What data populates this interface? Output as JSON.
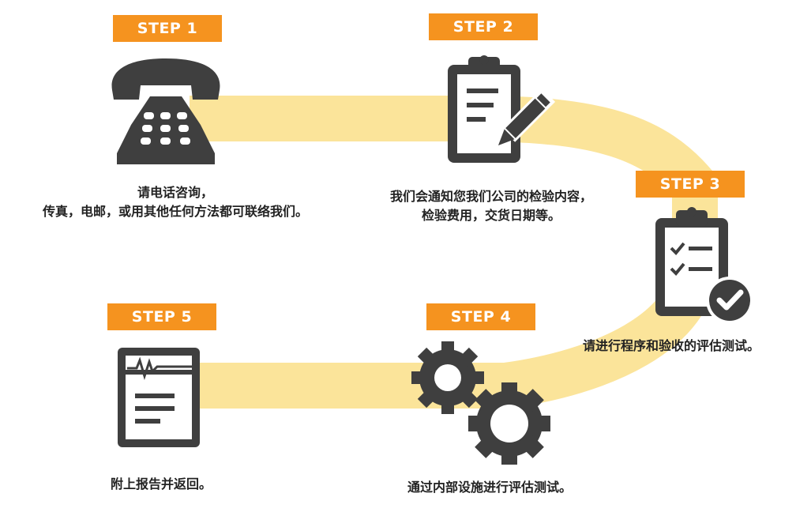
{
  "colors": {
    "accent": "#f5931f",
    "path": "#fbe49a",
    "icon": "#3f3f3f"
  },
  "steps": [
    {
      "label": "STEP 1",
      "icon": "telephone-icon",
      "lines": [
        "请电话咨询，",
        "传真，电邮，或用其他任何方法都可联络我们。"
      ]
    },
    {
      "label": "STEP 2",
      "icon": "clipboard-pencil-icon",
      "lines": [
        "我们会通知您我们公司的检验内容，",
        "检验费用，交货日期等。"
      ]
    },
    {
      "label": "STEP 3",
      "icon": "clipboard-check-icon",
      "lines": [
        "请进行程序和验收的评估测试。"
      ]
    },
    {
      "label": "STEP 4",
      "icon": "gears-icon",
      "lines": [
        "通过内部设施进行评估测试。"
      ]
    },
    {
      "label": "STEP 5",
      "icon": "report-icon",
      "lines": [
        "附上报告并返回。"
      ]
    }
  ]
}
